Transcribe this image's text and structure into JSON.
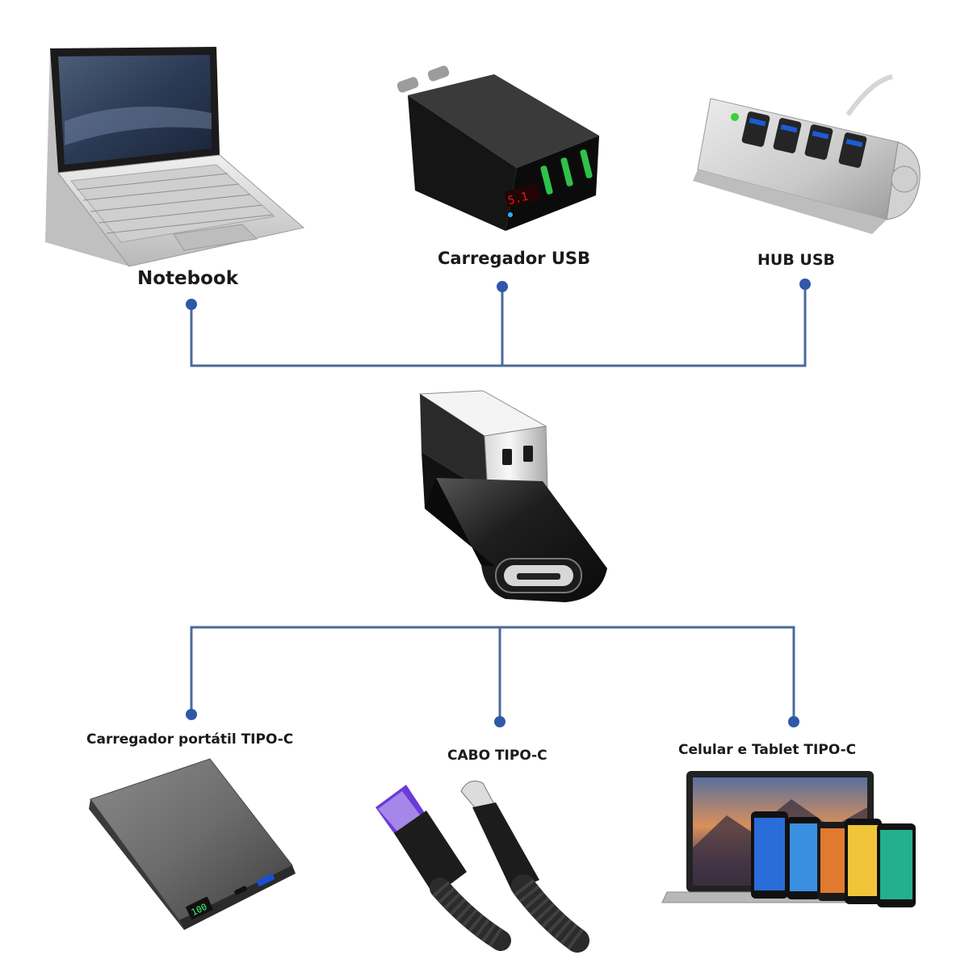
{
  "sources": [
    {
      "label": "Notebook",
      "icon": "laptop-icon"
    },
    {
      "label": "Carregador USB",
      "icon": "usb-wall-charger-icon"
    },
    {
      "label": "HUB USB",
      "icon": "usb-hub-icon"
    }
  ],
  "center": {
    "icon": "usb-a-to-usb-c-adapter-icon"
  },
  "targets": [
    {
      "label": "Carregador portátil TIPO-C",
      "icon": "power-bank-icon"
    },
    {
      "label": "CABO TIPO-C",
      "icon": "usb-c-cable-icon"
    },
    {
      "label": "Celular e Tablet TIPO-C",
      "icon": "phones-and-laptop-icon"
    }
  ],
  "colors": {
    "connector": "#4a6a9a",
    "dot": "#2f58a8"
  }
}
